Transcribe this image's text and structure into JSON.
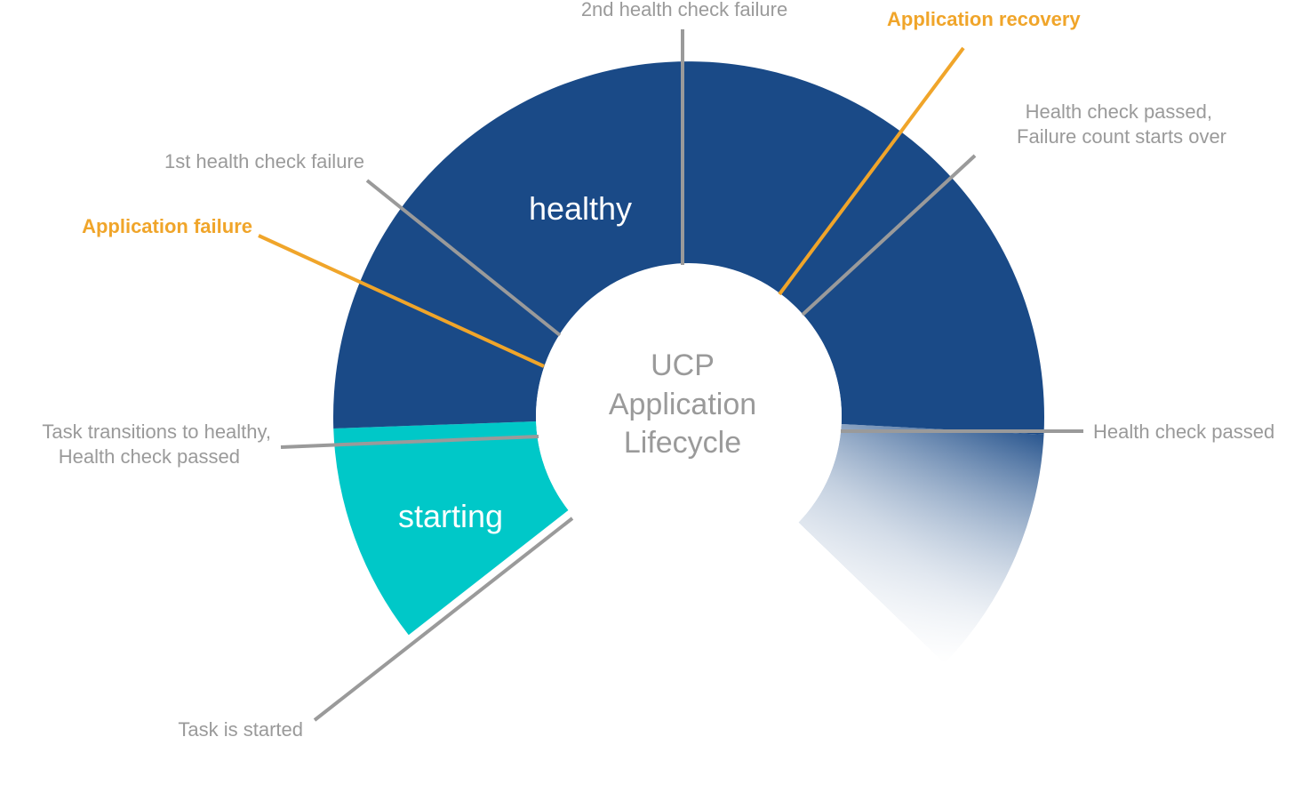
{
  "colors": {
    "healthy": "#1a4a87",
    "starting": "#00c8c8",
    "gray_marker": "#9a9a9a",
    "orange_marker": "#f0a52a",
    "center": "#ffffff"
  },
  "center": {
    "line1": "UCP",
    "line2": "Application",
    "line3": "Lifecycle"
  },
  "segments": {
    "starting": "starting",
    "healthy": "healthy"
  },
  "labels": {
    "task_started": "Task is started",
    "transition_line1": "Task transitions to healthy,",
    "transition_line2": "Health check passed",
    "app_failure": "Application failure",
    "first_failure": "1st health check failure",
    "second_failure": "2nd health check failure",
    "app_recovery": "Application recovery",
    "passed_reset_line1": "Health check passed,",
    "passed_reset_line2": "Failure count starts over",
    "passed": "Health check passed"
  }
}
